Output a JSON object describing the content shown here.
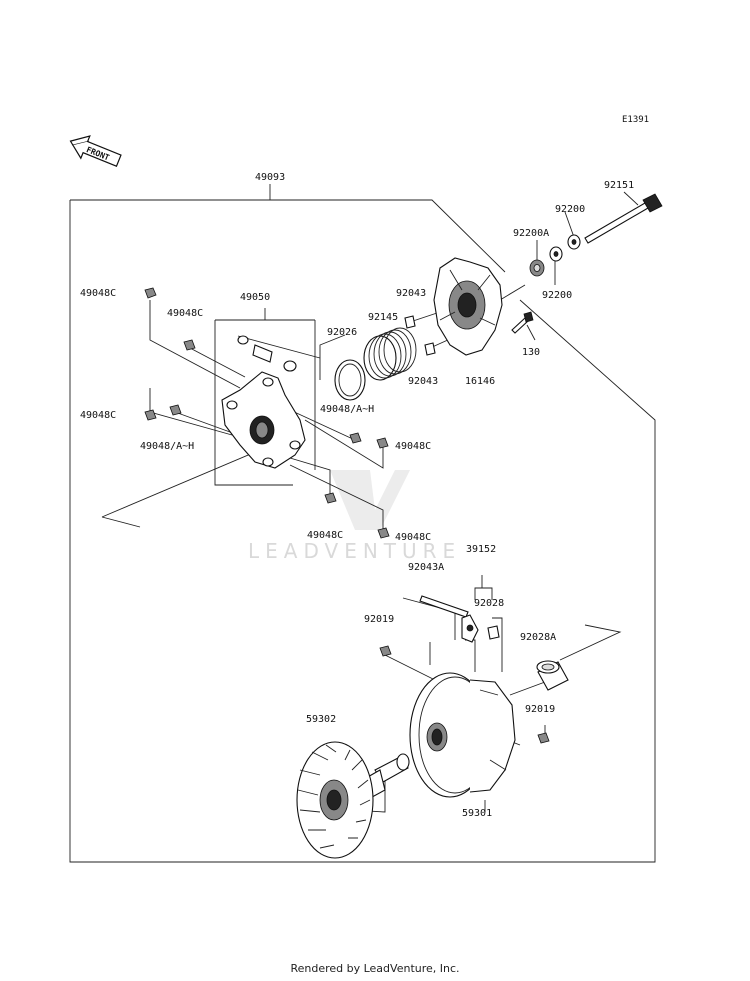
{
  "diagram_code": "E1391",
  "front_label": "FRONT",
  "watermark": "LEADVENTURE",
  "footer": "Rendered by LeadVenture, Inc.",
  "parts": {
    "p49093": "49093",
    "p92151": "92151",
    "p92200_top": "92200",
    "p92200A": "92200A",
    "p92200_bot": "92200",
    "p49048C_1": "49048C",
    "p49048C_2": "49048C",
    "p49050": "49050",
    "p92043_top": "92043",
    "p92145": "92145",
    "p92026": "92026",
    "p130": "130",
    "p92043_bot": "92043",
    "p16146": "16146",
    "p49048AH_1": "49048/A~H",
    "p49048C_3": "49048C",
    "p49048C_4": "49048C",
    "p49048AH_2": "49048/A~H",
    "p49048C_5": "49048C",
    "p49048C_6": "49048C",
    "p39152": "39152",
    "p92043A": "92043A",
    "p92028": "92028",
    "p92019_top": "92019",
    "p92028A": "92028A",
    "p92019_bot": "92019",
    "p59302": "59302",
    "p59301": "59301"
  }
}
